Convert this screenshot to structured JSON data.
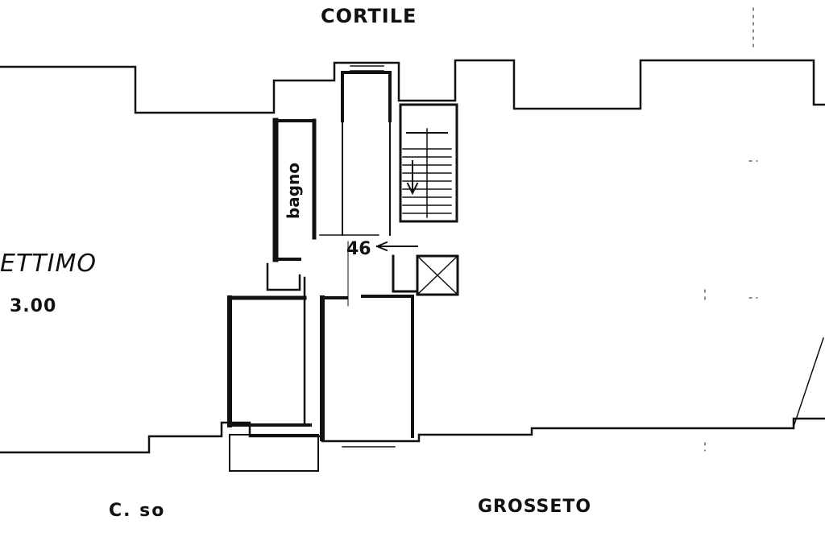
{
  "plan": {
    "labels": {
      "courtyard": "CORTILE",
      "street_left": "ETTIMO",
      "street_left_value": "3.00",
      "street_bottom_prefix": "C. so",
      "street_bottom": "GROSSETO",
      "unit_number": "46",
      "bathroom": "bagno"
    },
    "colors": {
      "background": "#ffffff",
      "ink": "#111111"
    }
  }
}
